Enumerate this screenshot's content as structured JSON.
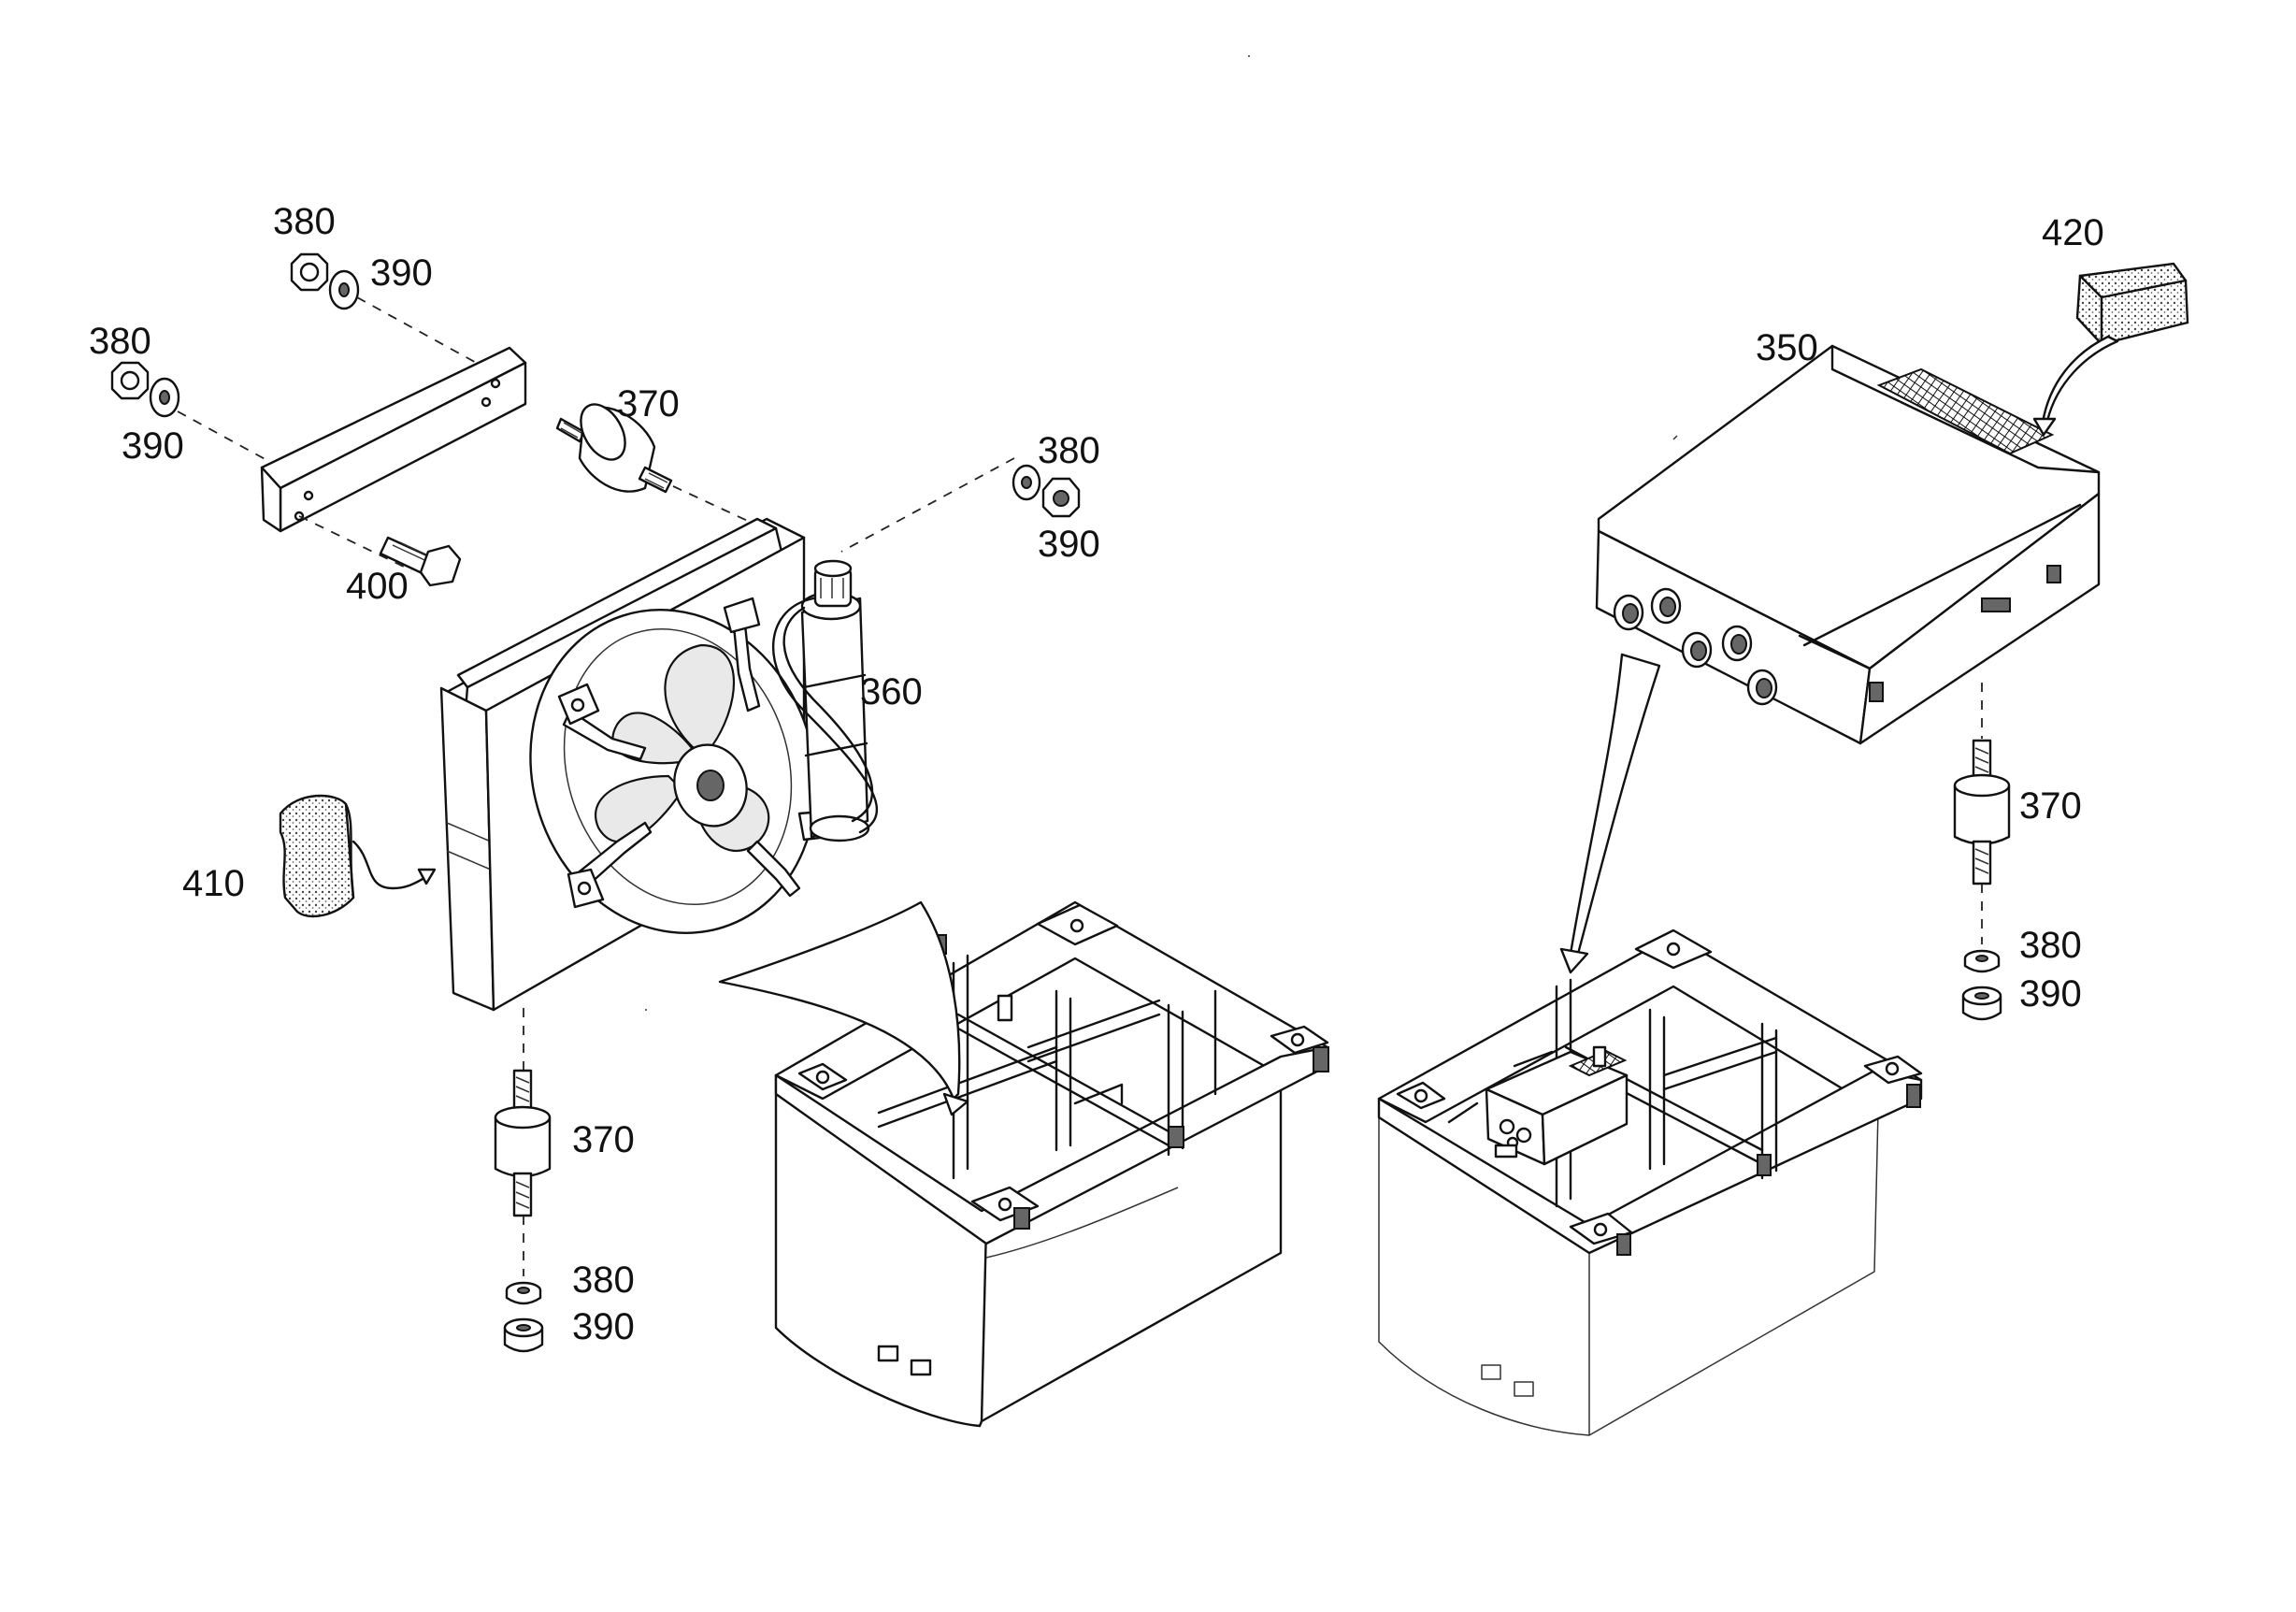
{
  "diagram": {
    "callouts": [
      {
        "id": "c380a",
        "text": "380"
      },
      {
        "id": "c390a",
        "text": "390"
      },
      {
        "id": "c380b",
        "text": "380"
      },
      {
        "id": "c390b",
        "text": "390"
      },
      {
        "id": "c370a",
        "text": "370"
      },
      {
        "id": "c400",
        "text": "400"
      },
      {
        "id": "c380c",
        "text": "380"
      },
      {
        "id": "c390c",
        "text": "390"
      },
      {
        "id": "c360",
        "text": "360"
      },
      {
        "id": "c410",
        "text": "410"
      },
      {
        "id": "c370b",
        "text": "370"
      },
      {
        "id": "c380d",
        "text": "380"
      },
      {
        "id": "c390d",
        "text": "390"
      },
      {
        "id": "c420",
        "text": "420"
      },
      {
        "id": "c350",
        "text": "350"
      },
      {
        "id": "c370c",
        "text": "370"
      },
      {
        "id": "c380e",
        "text": "380"
      },
      {
        "id": "c390e",
        "text": "390"
      }
    ]
  },
  "colors": {
    "ink": "#111111",
    "paper": "#ffffff"
  }
}
